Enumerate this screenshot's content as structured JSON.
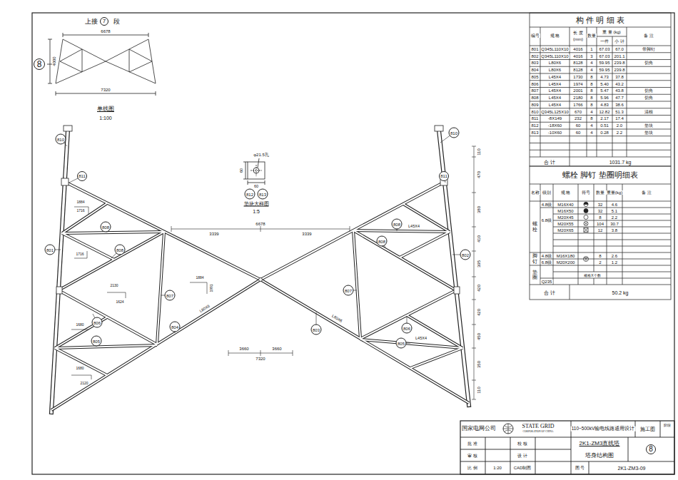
{
  "diagram": {
    "nodes": [
      {
        "text": [
          "8"
        ]
      },
      {
        "text": [
          "7"
        ]
      },
      {
        "text": [
          "810"
        ]
      },
      {
        "text": [
          "811"
        ]
      },
      {
        "text": [
          "808"
        ]
      },
      {
        "text": [
          "808"
        ]
      },
      {
        "text": [
          "801"
        ]
      },
      {
        "text": [
          "807"
        ]
      },
      {
        "text": [
          "806"
        ]
      },
      {
        "text": [
          "805"
        ]
      },
      {
        "text": [
          "804"
        ]
      },
      {
        "text": [
          "810"
        ]
      },
      {
        "text": [
          "811"
        ]
      },
      {
        "text": [
          "808"
        ]
      },
      {
        "text": [
          "808"
        ]
      },
      {
        "text": [
          "802"
        ]
      },
      {
        "text": [
          "807"
        ]
      },
      {
        "text": [
          "803"
        ]
      },
      {
        "text": [
          "806"
        ]
      },
      {
        "text": [
          "805"
        ]
      },
      {
        "text": [
          "812"
        ]
      },
      {
        "text": [
          "813"
        ]
      },
      {
        "text": [
          "8"
        ]
      }
    ],
    "labels": [
      "上接",
      "段",
      "6678",
      "4000",
      "7320",
      "单线图",
      "1:100",
      "φ21.5孔",
      "60",
      "60",
      "垫块大样图",
      "1:5",
      "6678",
      "3339",
      "3339",
      "3660",
      "3660",
      "7320",
      "110",
      "470",
      "380",
      "410",
      "395",
      "420",
      "420",
      "450",
      "350",
      "110",
      "L80X6",
      "L80X6",
      "L45X4",
      "L45X4",
      "1884",
      "1716",
      "1716",
      "2130",
      "1624",
      "1884",
      "1991",
      "1680",
      "1680",
      "2120",
      "构 件 明 细 表",
      "编号",
      "规 格",
      "长 度",
      "(mm)",
      "数量",
      "重 量 (kg)",
      "一件",
      "小 计",
      "备 注",
      "801",
      "Q345L110X10",
      "4016",
      "1",
      "67.03",
      "67.0",
      "带脚钉",
      "802",
      "Q345L110X10",
      "4016",
      "3",
      "67.03",
      "201.1",
      "803",
      "L80X6",
      "8128",
      "4",
      "59.95",
      "239.8",
      "切角",
      "804",
      "L80X6",
      "8128",
      "4",
      "59.95",
      "239.8",
      "805",
      "L45X4",
      "1730",
      "8",
      "4.73",
      "37.8",
      "806",
      "L45X4",
      "1974",
      "8",
      "5.40",
      "43.2",
      "807",
      "L45X4",
      "2001",
      "8",
      "5.47",
      "43.8",
      "切角",
      "808",
      "L45X4",
      "2180",
      "8",
      "5.96",
      "47.7",
      "切角",
      "809",
      "L45X4",
      "1766",
      "8",
      "4.83",
      "38.6",
      "810",
      "Q345L125X10",
      "670",
      "4",
      "12.82",
      "51.3",
      "清根",
      "811",
      "-8X149",
      "232",
      "8",
      "2.17",
      "17.4",
      "812",
      "-18X60",
      "60",
      "4",
      "0.51",
      "2.0",
      "垫块",
      "813",
      "-10X60",
      "60",
      "4",
      "0.28",
      "2.2",
      "垫块",
      "合 计",
      "1031.7 kg",
      "螺栓 脚钉 垫圈明细表",
      "名称",
      "级别",
      "规 格",
      "符号",
      "数量",
      "重量(kg)",
      "备 注",
      "螺栓",
      "4.8级",
      "M16X40",
      "32",
      "4.6",
      "6.8级",
      "M16X50",
      "32",
      "5.1",
      "M20X45",
      "8",
      "2.2",
      "M20X55",
      "104",
      "30.7",
      "M20X65",
      "12",
      "3.8",
      "脚钉",
      "4.8级",
      "M16X180",
      "8",
      "2.6",
      "6.8级",
      "M20X200",
      "2",
      "1.2",
      "垫圈",
      "Q235",
      "规格X个数",
      "合 计",
      "50.2 kg",
      "国家电网公司",
      "STATE GRID",
      "CORPORATION OF CHINA",
      "110~500kV输电线路通用设计",
      "施工图",
      "阶段",
      "批 准",
      "校 核",
      "审 核",
      "设 计",
      "2K1-ZM3直线塔",
      "塔身结构图",
      "比 例",
      "1:20",
      "CAD制图",
      "图 号",
      "2K1-ZM3-09"
    ]
  }
}
